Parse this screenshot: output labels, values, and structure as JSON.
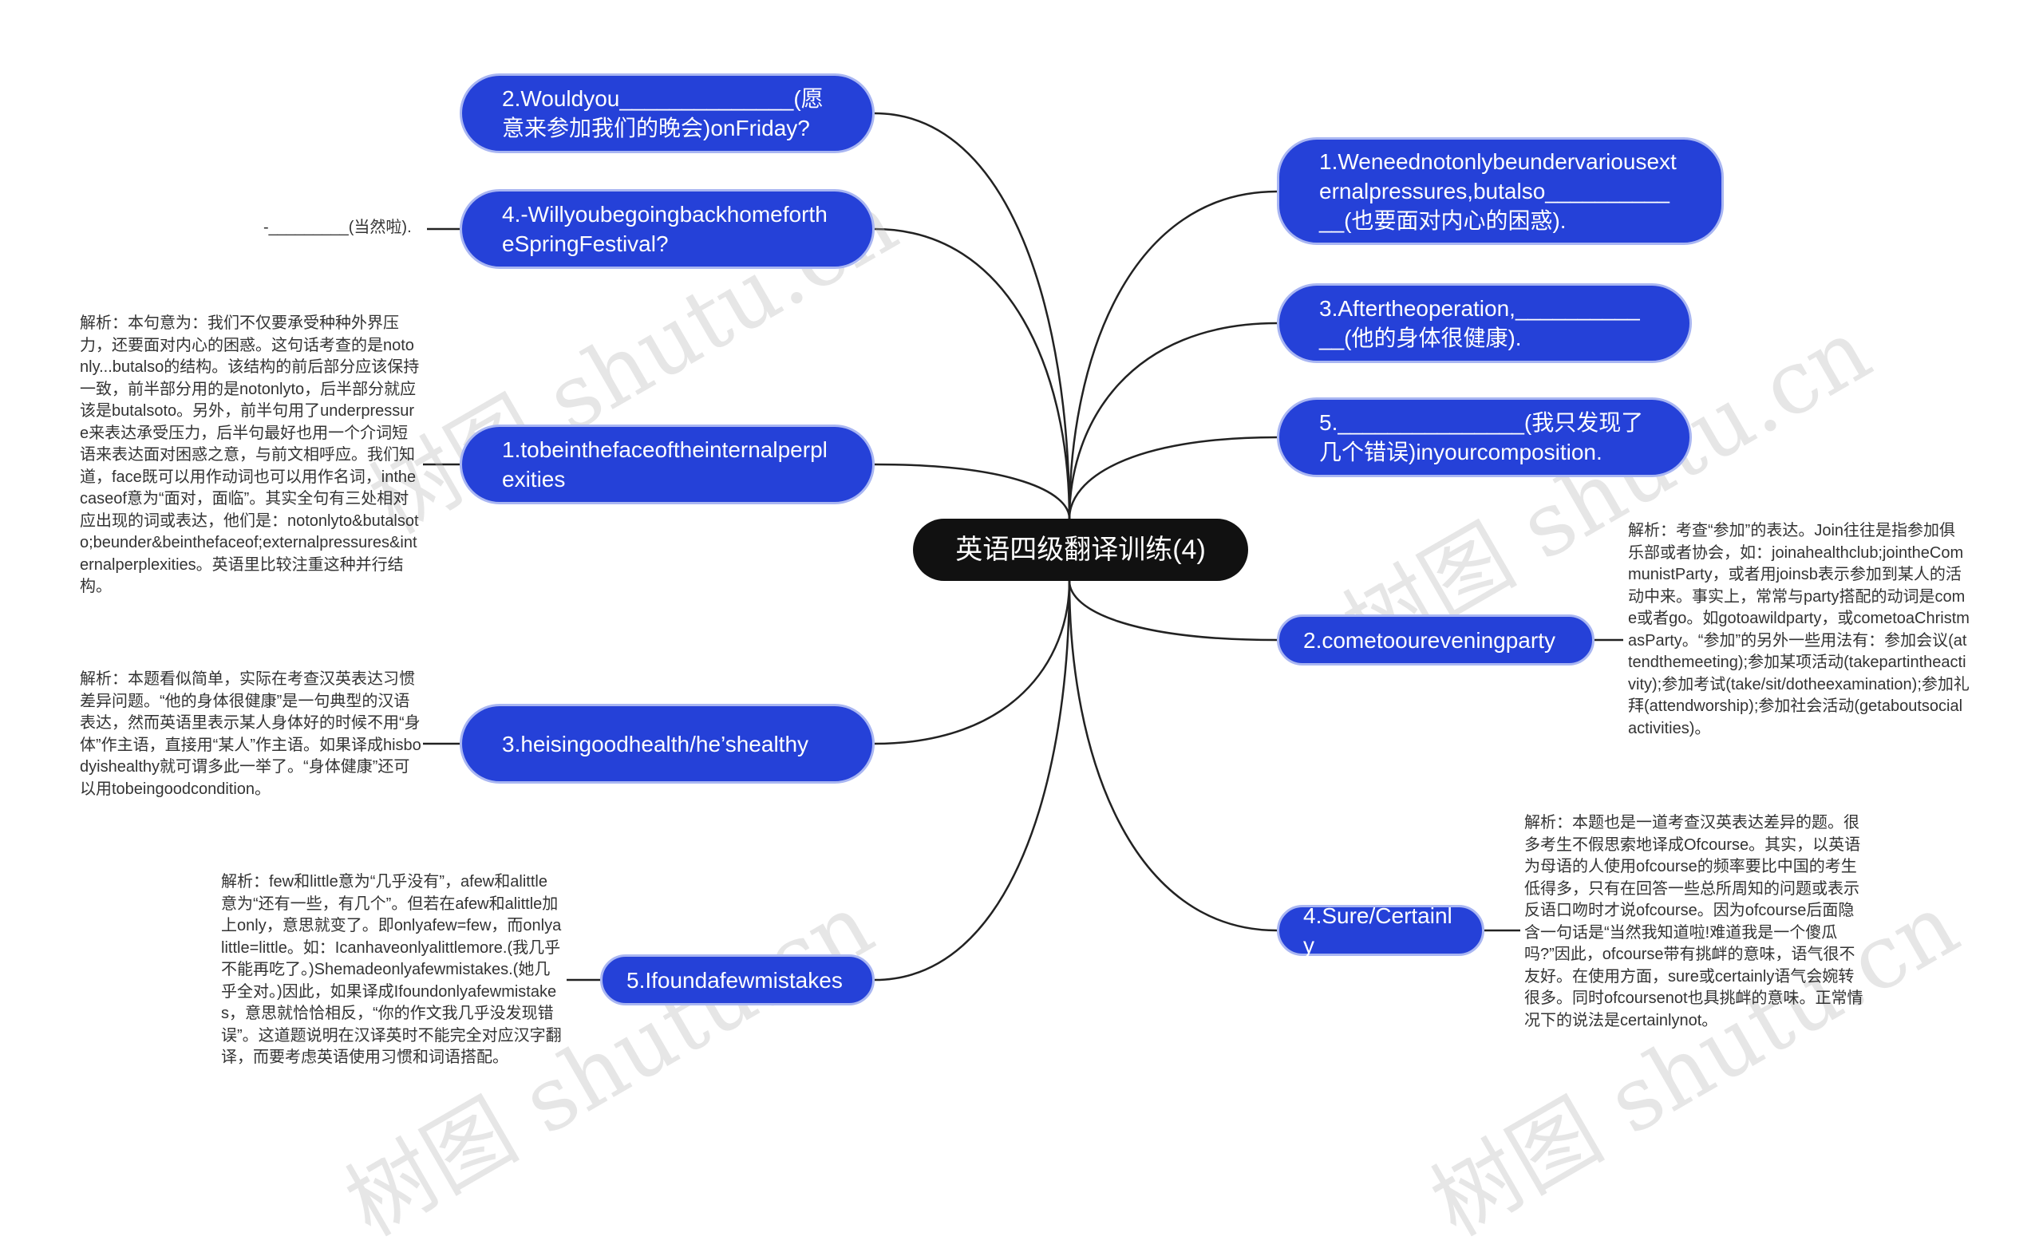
{
  "root": {
    "label": "英语四级翻译训练(4)"
  },
  "questions": [
    {
      "label": "2.Wouldyou______________(愿意来参加我们的晚会)onFriday?"
    },
    {
      "label": "4.-WillyoubegoingbackhomefortheSpringFestival?"
    },
    {
      "label": "1.Weneednotonlybeundervariousexternalpressures,butalso____________(也要面对内心的困惑)."
    },
    {
      "label": "3.Aftertheoperation,____________(他的身体很健康)."
    },
    {
      "label": "5._______________(我只发现了几个错误)inyourcomposition."
    }
  ],
  "answers": [
    {
      "label": "1.tobeinthefaceoftheinternalperplexities"
    },
    {
      "label": "3.heisingoodhealth/he’shealthy"
    },
    {
      "label": "5.Ifoundafewmistakes"
    },
    {
      "label": "2.cometooureveningparty"
    },
    {
      "label": "4.Sure/Certainly"
    }
  ],
  "hint": {
    "label": "-_________(当然啦)."
  },
  "notes": [
    {
      "label": "解析：本句意为：我们不仅要承受种种外界压力，还要面对内心的困惑。这句话考查的是notonly...butalso的结构。该结构的前后部分应该保持一致，前半部分用的是notonlyto，后半部分就应该是butalsoto。另外，前半句用了underpressure来表达承受压力，后半句最好也用一个介词短语来表达面对困惑之意，与前文相呼应。我们知道，face既可以用作动词也可以用作名词，inthecaseof意为“面对，面临”。其实全句有三处相对应出现的词或表达，他们是：notonlyto&butalsoto;beunder&beinthefaceof;externalpressures&internalperplexities。英语里比较注重这种并行结构。"
    },
    {
      "label": "解析：本题看似简单，实际在考查汉英表达习惯差异问题。“他的身体很健康”是一句典型的汉语表达，然而英语里表示某人身体好的时候不用“身体”作主语，直接用“某人”作主语。如果译成hisbodyishealthy就可谓多此一举了。“身体健康”还可以用tobeingoodcondition。"
    },
    {
      "label": "解析：few和little意为“几乎没有”，afew和alittle意为“还有一些，有几个”。但若在afew和alittle加上only，意思就变了。即onlyafew=few，而onlyalittle=little。如：Icanhaveonlyalittlemore.(我几乎不能再吃了。)Shemadeonlyafewmistakes.(她几乎全对。)因此，如果译成Ifoundonlyafewmistakes，意思就恰恰相反，“你的作文我几乎没发现错误”。这道题说明在汉译英时不能完全对应汉字翻译，而要考虑英语使用习惯和词语搭配。"
    },
    {
      "label": "解析：考查“参加”的表达。Join往往是指参加俱乐部或者协会，如：joinahealthclub;jointheCommunistParty，或者用joinsb表示参加到某人的活动中来。事实上，常常与party搭配的动词是come或者go。如gotoawildparty，或cometoaChristmasParty。“参加”的另外一些用法有：参加会议(attendthemeeting);参加某项活动(takepartintheactivity);参加考试(take/sit/dotheexamination);参加礼拜(attendworship);参加社会活动(getaboutsocialactivities)。"
    },
    {
      "label": "解析：本题也是一道考查汉英表达差异的题。很多考生不假思索地译成Ofcourse。其实，以英语为母语的人使用ofcourse的频率要比中国的考生低得多，只有在回答一些总所周知的问题或表示反语口吻时才说ofcourse。因为ofcourse后面隐含一句话是“当然我知道啦!难道我是一个傻瓜吗?”因此，ofcourse带有挑衅的意味，语气很不友好。在使用方面，sure或certainly语气会婉转很多。同时ofcoursenot也具挑衅的意味。正常情况下的说法是certainlynot。"
    }
  ],
  "watermark": {
    "text": "树图 shutu.cn"
  },
  "colors": {
    "node": "#2541d8",
    "node_border": "#a9b6f2",
    "root": "#111111",
    "edge": "#222222"
  }
}
